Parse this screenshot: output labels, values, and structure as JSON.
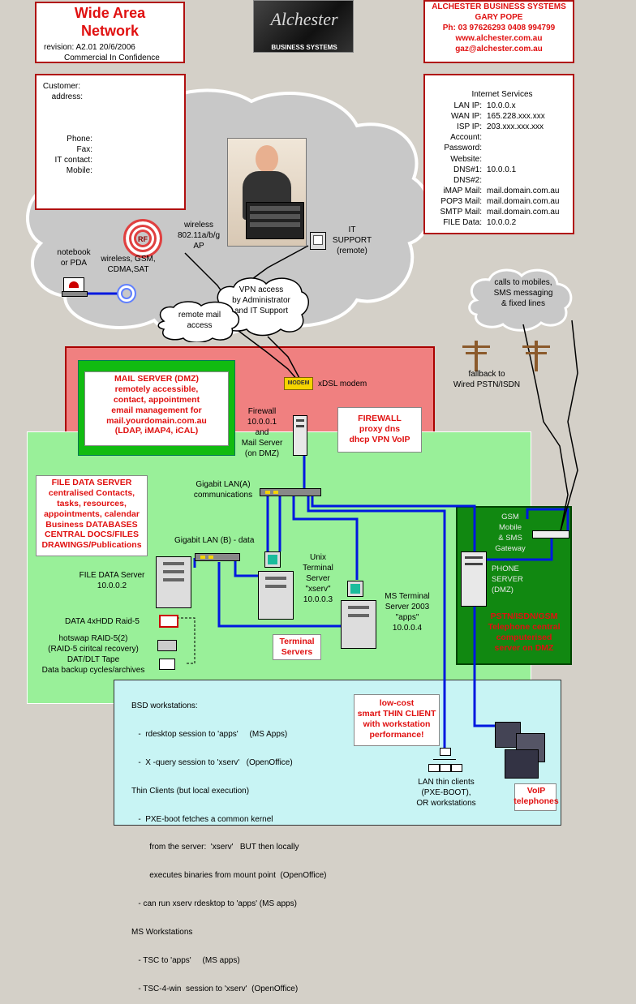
{
  "title": {
    "line1": "Wide Area",
    "line2": "Network",
    "revision": "revision:   A2.01      20/6/2006",
    "confidential": "Commercial In Confidence"
  },
  "logo": {
    "name": "Alchester",
    "sub": "BUSINESS   SYSTEMS"
  },
  "company": {
    "name": "ALCHESTER BUSINESS SYSTEMS",
    "person": "GARY POPE",
    "phone": "Ph: 03 97626293    0408 994799",
    "web": "www.alchester.com.au",
    "email": "gaz@alchester.com.au"
  },
  "customer": {
    "customer": "Customer:",
    "address": "address:",
    "phone": "Phone:",
    "fax": "Fax:",
    "it_contact": "IT contact:",
    "mobile": "Mobile:"
  },
  "internet": {
    "title": "Internet Services",
    "rows": [
      {
        "k": "LAN IP:",
        "v": "10.0.0.x"
      },
      {
        "k": "WAN IP:",
        "v": "165.228.xxx.xxx"
      },
      {
        "k": "ISP IP:",
        "v": "203.xxx.xxx.xxx"
      },
      {
        "k": "Account:",
        "v": ""
      },
      {
        "k": "Password:",
        "v": ""
      },
      {
        "k": "Website:",
        "v": ""
      },
      {
        "k": "DNS#1:",
        "v": "10.0.0.1"
      },
      {
        "k": "DNS#2:",
        "v": ""
      },
      {
        "k": "iMAP Mail:",
        "v": "mail.domain.com.au"
      },
      {
        "k": "POP3 Mail:",
        "v": "mail.domain.com.au"
      },
      {
        "k": "SMTP Mail:",
        "v": "mail.domain.com.au"
      },
      {
        "k": "FILE  Data:",
        "v": "10.0.0.2"
      }
    ]
  },
  "cloud": {
    "wireless_ap": [
      "wireless",
      "802.11a/b/g",
      "AP"
    ],
    "rf": "RF",
    "wireless_gsm": [
      "wireless, GSM,",
      "CDMA,SAT"
    ],
    "notebook": [
      "notebook",
      "or PDA"
    ],
    "it_support": [
      "IT",
      "SUPPORT",
      "(remote)"
    ],
    "vpn": [
      "VPN access",
      "by Administrator",
      "and IT Support"
    ],
    "remote_mail": [
      "remote mail",
      "access"
    ],
    "phone_cloud": [
      "calls to mobiles,",
      "SMS messaging",
      "& fixed lines"
    ],
    "fallback": [
      "fallback to",
      "Wired PSTN/ISDN"
    ]
  },
  "dmz": {
    "mail_server": [
      "MAIL SERVER (DMZ)",
      "remotely accessible,",
      "contact, appointment",
      "email management for",
      "mail.yourdomain.com.au",
      "(LDAP,  iMAP4, iCAL)"
    ],
    "modem": "MODEM",
    "xdsl": "xDSL modem",
    "firewall_host": [
      "Firewall",
      "10.0.0.1",
      "and",
      "Mail Server",
      "(on DMZ)"
    ],
    "firewall_box": [
      "FIREWALL",
      "proxy  dns",
      "dhcp  VPN  VoIP"
    ]
  },
  "lan": {
    "gigabit_a": [
      "Gigabit LAN(A)",
      "communications"
    ],
    "gigabit_b": "Gigabit LAN (B) - data",
    "file_server_box": [
      "FILE DATA SERVER",
      "centralised Contacts,",
      "tasks, resources,",
      "appointments, calendar",
      "Business DATABASES",
      "CENTRAL DOCS/FILES",
      "DRAWINGS/Publications"
    ],
    "file_server": [
      "FILE DATA  Server",
      "10.0.0.2"
    ],
    "raid": "DATA 4xHDD  Raid-5",
    "backup": [
      "hotswap RAID-5(2)",
      "(RAID-5 ciritcal recovery)",
      "DAT/DLT Tape",
      "Data backup cycles/archives"
    ],
    "unix": [
      "Unix",
      "Terminal",
      "Server",
      "\"xserv\"",
      "10.0.0.3"
    ],
    "ms_ts": [
      "MS Terminal",
      "Server 2003",
      "\"apps\"",
      "10.0.0.4"
    ],
    "terminal_servers": [
      "Terminal",
      "Servers"
    ]
  },
  "phone": {
    "gsm": [
      "GSM",
      "Mobile",
      "& SMS",
      "Gateway"
    ],
    "server": [
      "PHONE",
      "SERVER",
      "(DMZ)"
    ],
    "box": [
      "PSTN/ISDN/GSM",
      "Telephone central",
      "computerised",
      "server on DMZ"
    ]
  },
  "clients": {
    "notes": [
      "BSD workstations:",
      "   -  rdesktop session to 'apps'     (MS Apps)",
      "   -  X -query session to 'xserv'   (OpenOffice)",
      "Thin Clients (but local execution)",
      "   -  PXE-boot fetches a common kernel",
      "        from the server:  'xserv'   BUT then locally",
      "        executes binaries from mount point  (OpenOffice)",
      "   - can run xserv rdesktop to 'apps' (MS apps)",
      "MS Workstations",
      "   - TSC to 'apps'     (MS apps)",
      "   - TSC-4-win  session to 'xserv'  (OpenOffice)"
    ],
    "thin_box": [
      "low-cost",
      "smart THIN CLIENT",
      "with workstation",
      "performance!"
    ],
    "lan_thin": [
      "LAN thin clients",
      "(PXE-BOOT),",
      "OR workstations"
    ],
    "voip": [
      "VoIP",
      "telephones"
    ]
  },
  "colors": {
    "red": "#e01010",
    "dmz": "#f08080",
    "lan": "#99f099",
    "phone_zone": "#118811",
    "clients": "#c8f4f4",
    "link": "#0018e0",
    "mail_zone": "#11bb11"
  }
}
